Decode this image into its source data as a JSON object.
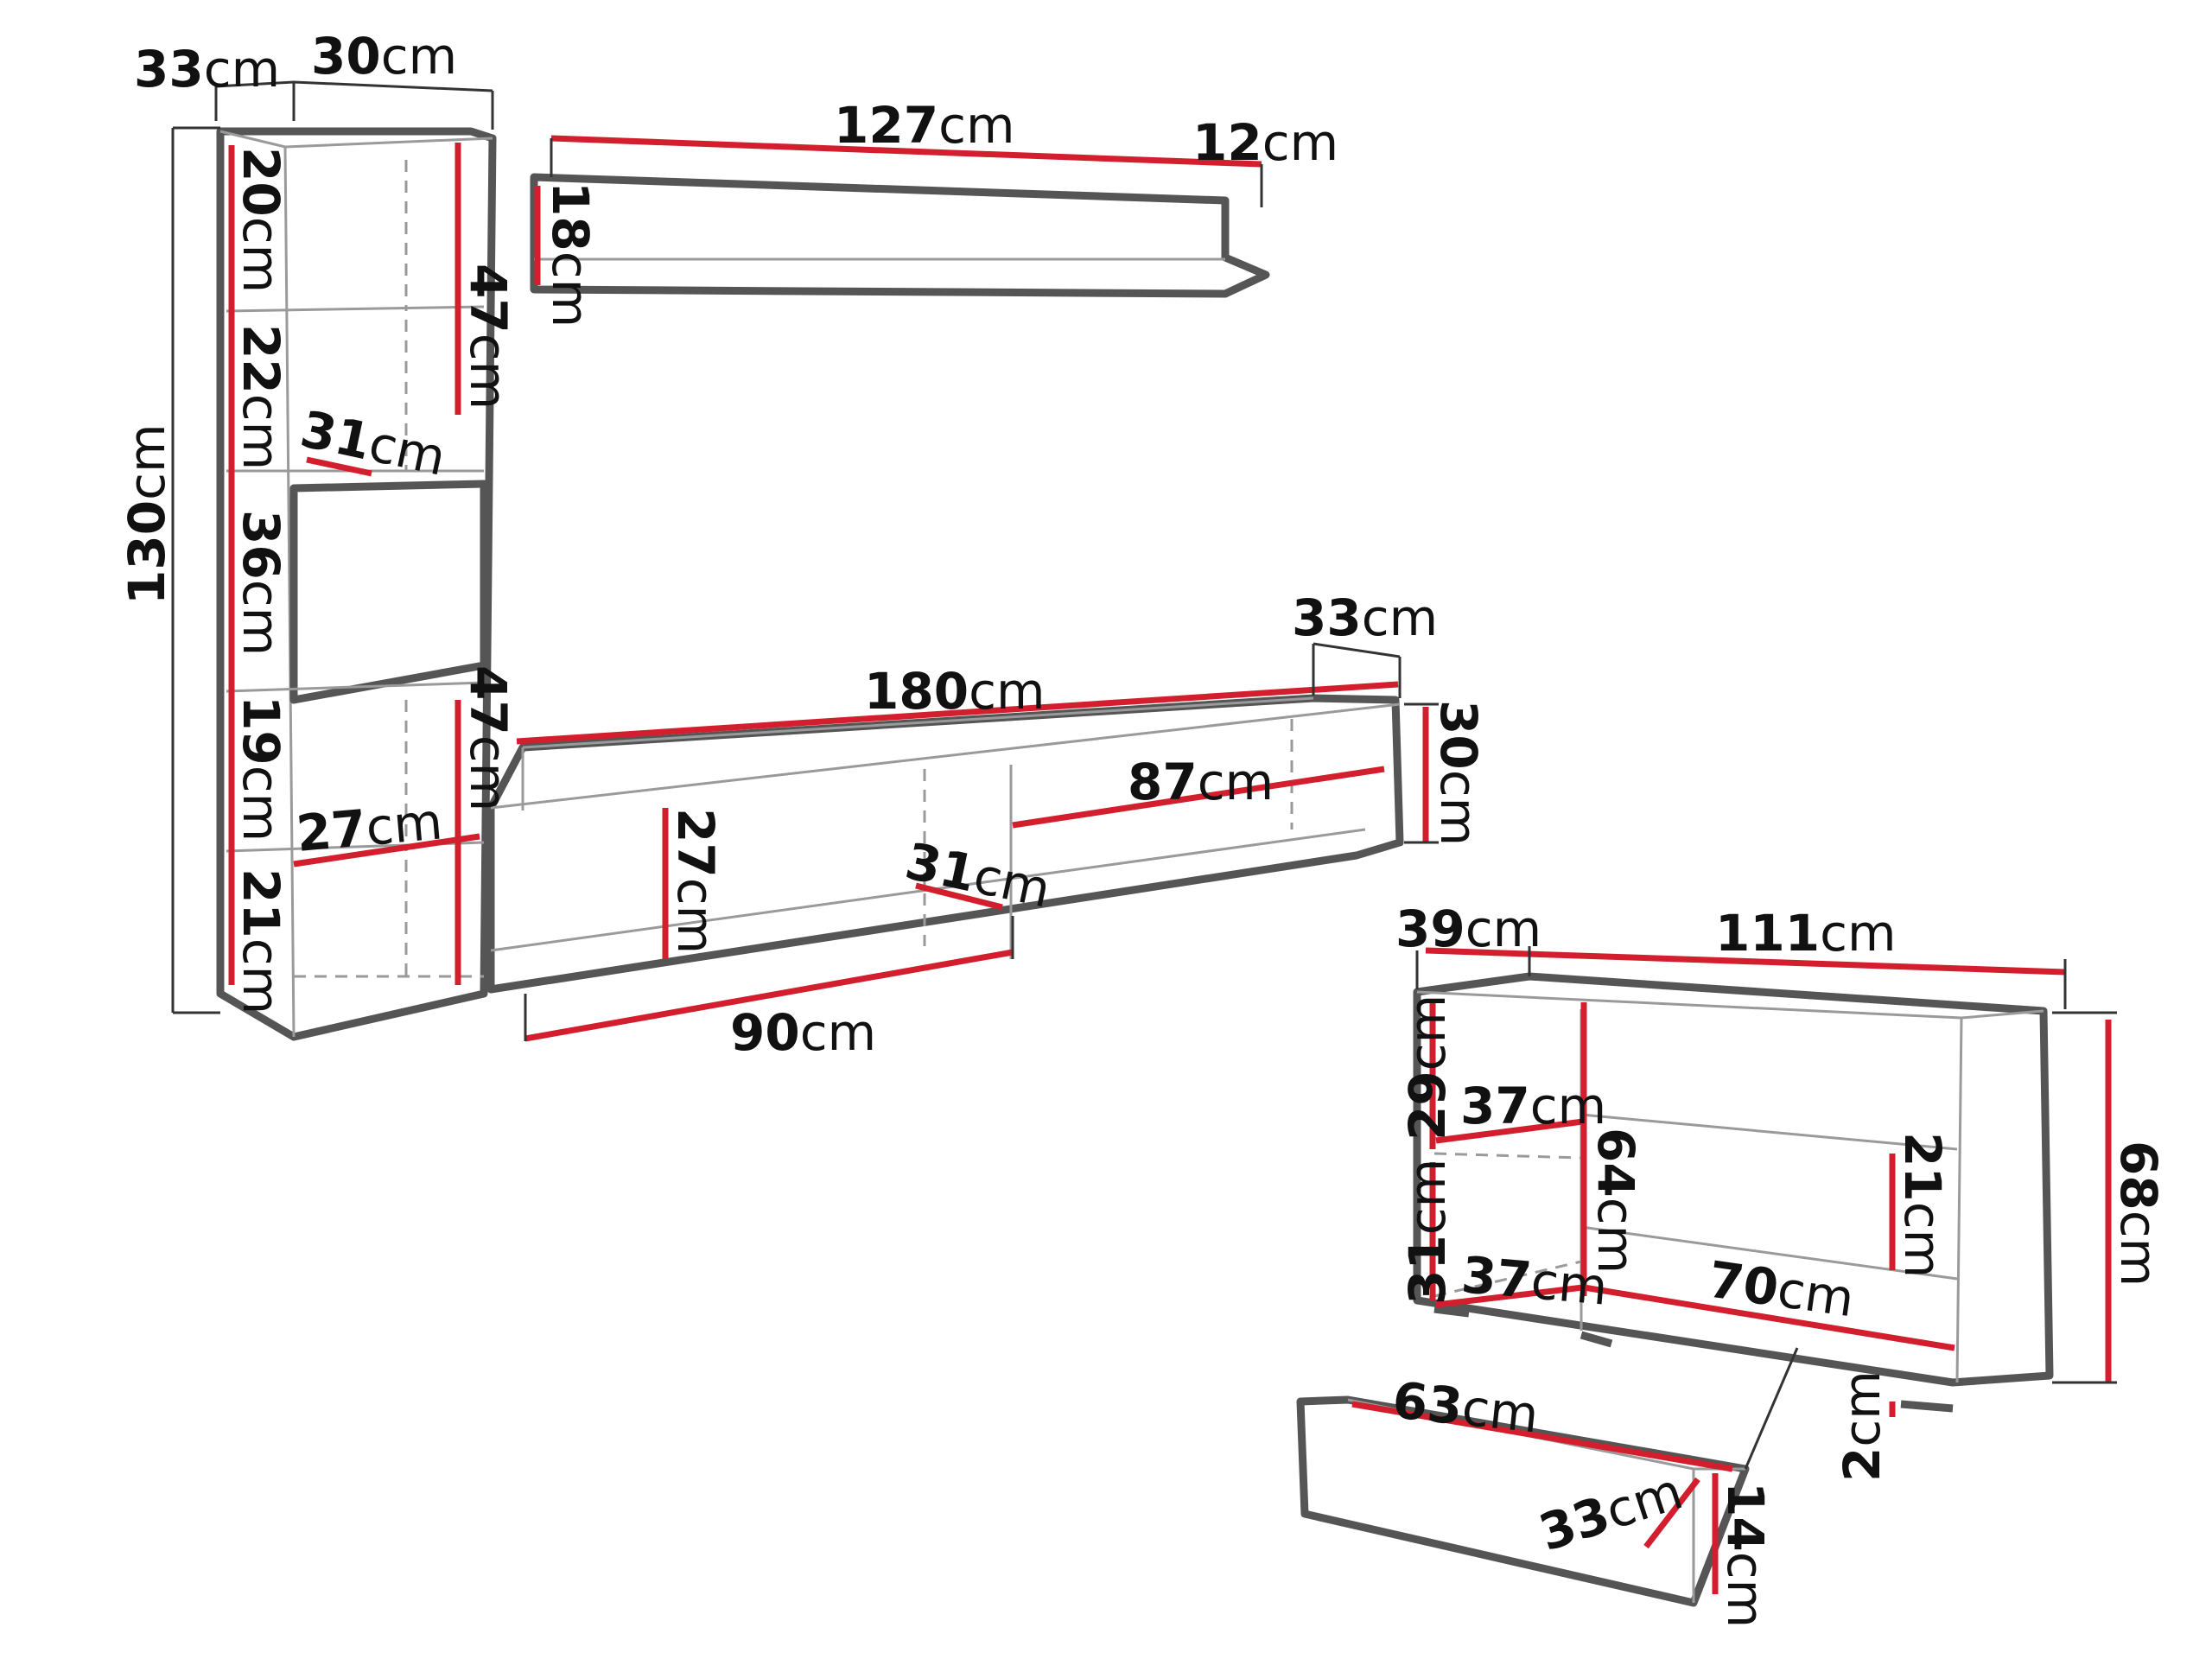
{
  "unit": "cm",
  "colors": {
    "outline": "#555555",
    "dimension_line": "#d21e2d",
    "text": "#111111"
  },
  "items": {
    "tall_shelf": {
      "depth": "33",
      "width": "30",
      "height": "130",
      "compartments": [
        "20",
        "22",
        "36",
        "19",
        "21"
      ],
      "upper_height": "47",
      "lower_height": "47",
      "shelf_depth_upper": "31",
      "shelf_depth_lower": "27"
    },
    "wall_shelf": {
      "width": "127",
      "depth": "12",
      "height": "18"
    },
    "tv_unit": {
      "width": "180",
      "depth": "33",
      "height": "30",
      "right_opening": "87",
      "inner_height": "27",
      "inner_depth": "31",
      "left_width": "90"
    },
    "chest": {
      "depth": "39",
      "width": "111",
      "height": "68",
      "left_top": "29",
      "left_bottom": "31",
      "shelf_top": "37",
      "shelf_bottom": "37",
      "inner_height": "64",
      "drawer_front_height": "21",
      "drawer_area_width": "70",
      "leg_height": "2"
    },
    "drawer": {
      "width": "63",
      "depth": "33",
      "height": "14"
    }
  }
}
